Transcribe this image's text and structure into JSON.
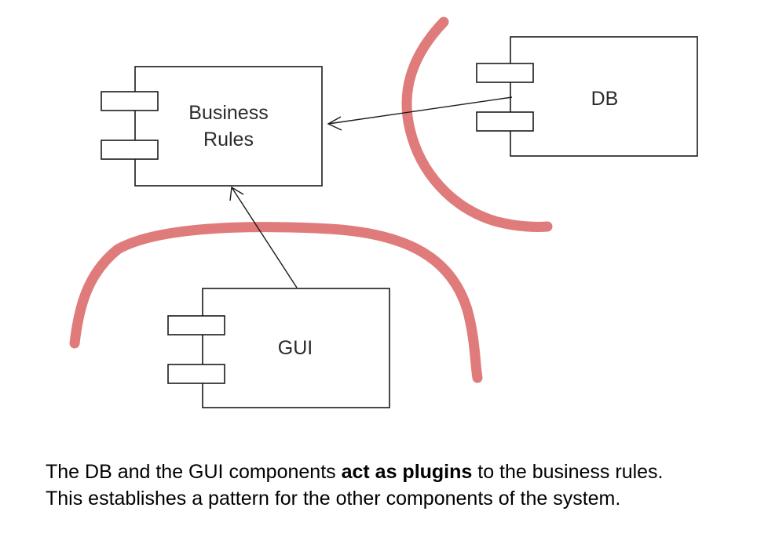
{
  "diagram": {
    "components": {
      "business_rules": {
        "line1": "Business",
        "line2": "Rules"
      },
      "db": {
        "label": "DB"
      },
      "gui": {
        "label": "GUI"
      }
    },
    "dependencies": [
      {
        "from": "DB",
        "to": "Business Rules"
      },
      {
        "from": "GUI",
        "to": "Business Rules"
      }
    ],
    "boundary_color": "#e07b7b"
  },
  "caption": {
    "line1_pre": "The DB and the GUI components ",
    "line1_bold": "act as plugins",
    "line1_post": " to the business rules.",
    "line2": "This establishes a pattern for the other components of the system."
  }
}
